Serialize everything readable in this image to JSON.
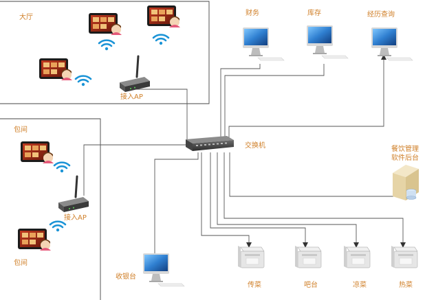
{
  "labels": {
    "hall": "大厅",
    "private_room_top": "包间",
    "private_room_bottom": "包间",
    "access_point_top": "接入AP",
    "access_point_bottom": "接入AP",
    "switch": "交换机",
    "finance": "财务",
    "inventory": "库存",
    "manager_query": "经历查询",
    "server_line1": "餐饮管理",
    "server_line2": "软件后台",
    "cashier": "收银台",
    "printer_pass": "传菜",
    "printer_bar": "吧台",
    "printer_cold": "凉菜",
    "printer_hot": "热菜"
  },
  "colors": {
    "label": "#d0802a",
    "line": "#555555",
    "wifi": "#1a93d6",
    "screen": "#3a8fd8"
  },
  "icons": {
    "tablet": "tablet-icon",
    "wifi": "wifi-icon",
    "router": "router-icon",
    "switch": "network-switch-icon",
    "monitor": "monitor-icon",
    "server": "server-icon",
    "printer": "receipt-printer-icon"
  }
}
